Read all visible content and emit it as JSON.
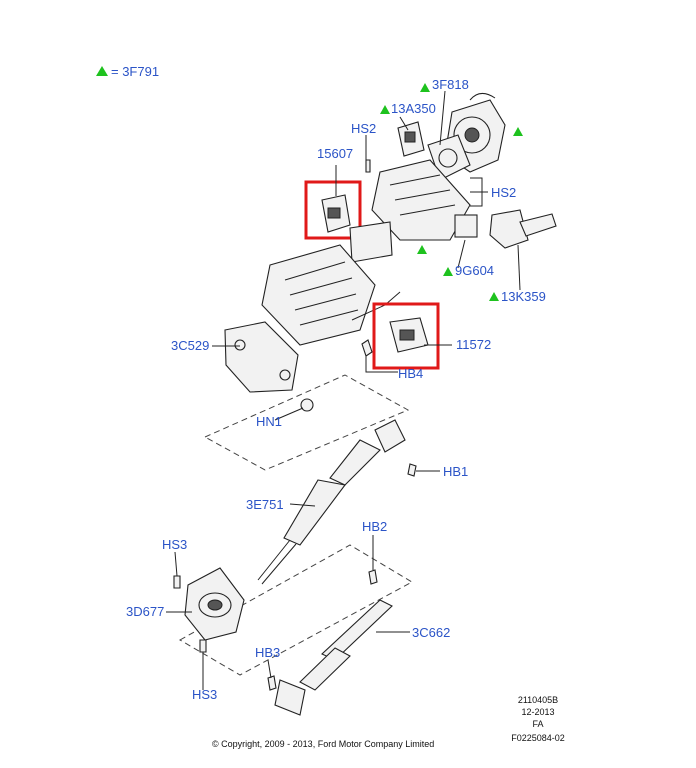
{
  "legend": {
    "symbol": "green-triangle-icon",
    "label": "= 3F791"
  },
  "callouts": {
    "c3F818": "3F818",
    "c13A350": "13A350",
    "cHS2_top": "HS2",
    "c15607": "15607",
    "cHS2_right": "HS2",
    "c9G604": "9G604",
    "c13K359": "13K359",
    "c3C529": "3C529",
    "c11572": "11572",
    "cHB4": "HB4",
    "cHN1": "HN1",
    "cHB1": "HB1",
    "c3E751": "3E751",
    "cHS3_top": "HS3",
    "cHB2": "HB2",
    "c3D677": "3D677",
    "c3C662": "3C662",
    "cHB3": "HB3",
    "cHS3_bottom": "HS3"
  },
  "footer": {
    "copyright": "© Copyright, 2009 - 2013, Ford Motor Company Limited",
    "ref1": "2110405B",
    "ref2": "12-2013",
    "ref3": "FA",
    "ref4": "F0225084-02"
  },
  "colors": {
    "callout": "#2b54c7",
    "highlight": "#e01919",
    "triangle": "#1ec21e"
  }
}
